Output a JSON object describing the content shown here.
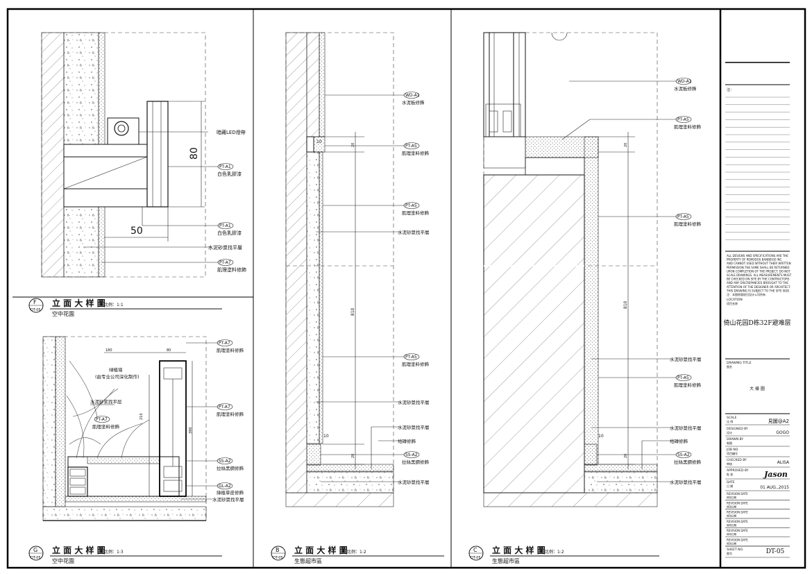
{
  "panels": {
    "F": {
      "tag_letter": "F",
      "tag_ref": "DT-05",
      "title": "立 面 大 样 圖",
      "scale_label": "比例：1:1",
      "subtitle": "空中花園",
      "dim_80": "80",
      "dim_50": "50",
      "callouts": [
        {
          "code": "",
          "text": "暗藏LED燈帶"
        },
        {
          "code": "PT-A1",
          "text": "白色乳膠漆"
        },
        {
          "code": "PT-A1",
          "text": "白色乳膠漆"
        },
        {
          "code": "",
          "text": "水泥砂漿找平層"
        },
        {
          "code": "PT-A7",
          "text": "肌理塗料修飾"
        }
      ]
    },
    "G": {
      "tag_letter": "G",
      "tag_ref": "DT-05",
      "title": "立 面 大 样 圖",
      "scale_label": "比例：1:3",
      "subtitle": "空中花園",
      "wall_note_1": "绿植墙",
      "wall_note_2": "(由专业公司深化制作)",
      "mortar_note": "水泥砂浆找平层",
      "dim_top_1": "180",
      "dim_top_2": "80",
      "dim_side_1": "210",
      "dim_side_2": "390",
      "callouts": [
        {
          "code": "PT-A7",
          "text": "肌理塗料修飾"
        },
        {
          "code": "PT-A7",
          "text": "肌理塗料修飾"
        },
        {
          "code": "PT-A7",
          "text": "肌理塗料修飾"
        },
        {
          "code": "SS-A2",
          "text": "拉絲黑鋼修飾"
        },
        {
          "code": "GL-A2",
          "text": "綠植草皮修飾"
        },
        {
          "code": "",
          "text": "水泥砂漿找平層"
        }
      ]
    },
    "B": {
      "tag_letter": "B",
      "tag_ref": "DT-05",
      "title": "立 面 大 样 圖",
      "scale_label": "比例：1:2",
      "subtitle": "生態超市區",
      "dim_10a": "10",
      "dim_20a": "20",
      "dim_810": "810",
      "dim_10b": "10",
      "dim_20b": "20",
      "callouts": [
        {
          "code": "WD-A1",
          "text": "水泥板修飾"
        },
        {
          "code": "PT-A5",
          "text": "肌理塗料修飾"
        },
        {
          "code": "PT-A5",
          "text": "肌理塗料修飾"
        },
        {
          "code": "",
          "text": "水泥砂漿找平層"
        },
        {
          "code": "PT-A5",
          "text": "肌理塗料修飾"
        },
        {
          "code": "",
          "text": "水泥砂漿找平層"
        },
        {
          "code": "",
          "text": "水泥砂漿找平層"
        },
        {
          "code": "",
          "text": "地磚修飾"
        },
        {
          "code": "SS-A2",
          "text": "拉絲黑鋼修飾"
        },
        {
          "code": "",
          "text": "水泥砂漿找平層"
        }
      ]
    },
    "C": {
      "tag_letter": "C",
      "tag_ref": "DT-05",
      "title": "立 面 大 样 圖",
      "scale_label": "比例：1:2",
      "subtitle": "生態超市區",
      "dim_20a": "20",
      "dim_810": "810",
      "dim_10": "10",
      "dim_20b": "20",
      "callouts": [
        {
          "code": "WD-A1",
          "text": "水泥板修飾"
        },
        {
          "code": "PT-A5",
          "text": "肌理塗料修飾"
        },
        {
          "code": "PT-A5",
          "text": "肌理塗料修飾"
        },
        {
          "code": "",
          "text": "水泥砂漿找平層"
        },
        {
          "code": "PT-A5",
          "text": "肌理塗料修飾"
        },
        {
          "code": "",
          "text": "水泥砂漿找平層"
        },
        {
          "code": "",
          "text": "地磚修飾"
        },
        {
          "code": "SS-A2",
          "text": "拉絲黑鋼修飾"
        },
        {
          "code": "",
          "text": "水泥砂漿找平層"
        }
      ]
    }
  },
  "title_block": {
    "notes_label": "注：",
    "disclaimer": [
      "ALL DESIGNS AND SPECIFICATIONS ARE THE",
      "PROPERTY OF REMODOS BANBEIGE INC.",
      "AND CANNOT USED WITHOUT THEIR WRITTEN",
      "PERMISSION.THE SAME SHALL BE RETURNED",
      "UPON COMPLETION OF THE PROJECT. DO NOT",
      "SCALE DRAWINGS. ALL MEASUREMENTS MUST",
      "BE CHECKED ON SITE BY THE CONTRACTORS",
      "AND ANY DISCREPANCIES BROUGHT TO THE",
      "ATTENTION OF THE DESIGNER OR ARCHITECT.",
      "THIS DRAWING IS SUBJECT TO THE SITE SIDE.",
      "注：本图纸版权归设计公司所有"
    ],
    "location_label": "LOCATION",
    "location_label_cn": "项目名称",
    "project_name": "倚山花园D栋32F避难层",
    "drawing_title_label": "DRAWING TITLE",
    "drawing_title_label_cn": "图名",
    "drawing_title": "大 樣 圖",
    "scale_label": "SCALE",
    "scale_label_cn": "比 例",
    "scale_value": "見圖@A2",
    "designed_label": "DESIGNED BY",
    "designed_label_cn": "设计",
    "designed_value": "GOGO",
    "drawn_label": "DRAWN BY",
    "drawn_label_cn": "制图",
    "drawn_value": "",
    "job_label": "JOB NO.",
    "job_label_cn": "项目编号",
    "checked_label": "CHECKED BY",
    "checked_label_cn": "审核",
    "checked_value": "ALISA",
    "approved_label": "APPROVED BY",
    "approved_label_cn": "批 准",
    "approved_value": "Jason",
    "date_label": "DATE",
    "date_label_cn": "日 期",
    "date_value": "01 AUG.,2015",
    "revisions": [
      "REVISION DATE",
      "REVISION DATE",
      "REVISION DATE",
      "REVISION DATE",
      "REVISION DATE",
      "REVISION DATE"
    ],
    "revision_cn": "修改日期",
    "sheet_label": "SHEET NO.",
    "sheet_label_cn": "图号",
    "sheet_no": "DT-05"
  },
  "colors": {
    "line": "#111111",
    "hatch": "#555555"
  }
}
